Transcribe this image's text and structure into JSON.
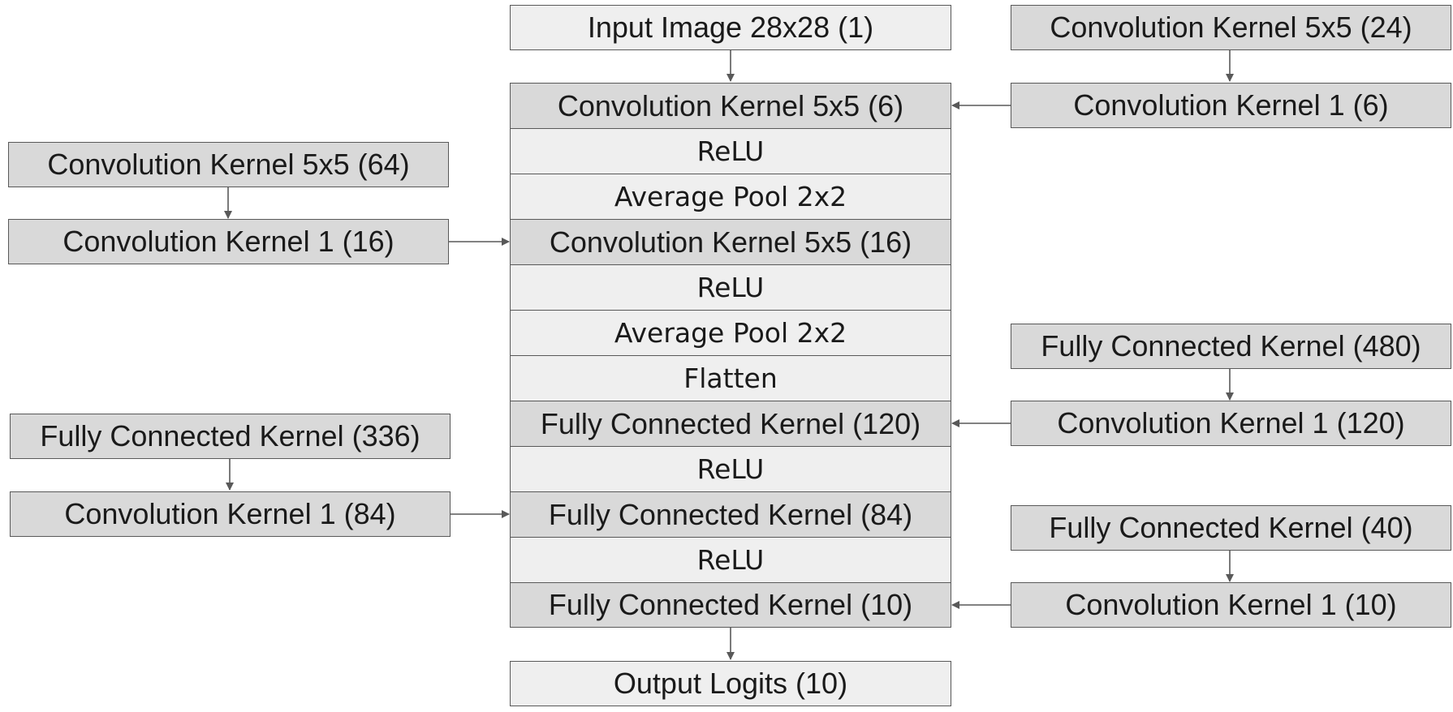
{
  "colors": {
    "light_fill": "#efefef",
    "dark_fill": "#d9d9d9",
    "stroke": "#595959",
    "arrow": "#595959"
  },
  "input": {
    "label": "Input Image 28x28 (1)"
  },
  "output": {
    "label": "Output Logits (10)"
  },
  "stack": [
    {
      "label": "Convolution Kernel 5x5 (6)",
      "kind": "conv"
    },
    {
      "label": "ReLU",
      "kind": "relu"
    },
    {
      "label": "Average Pool 2x2",
      "kind": "pool"
    },
    {
      "label": "Convolution Kernel 5x5 (16)",
      "kind": "conv"
    },
    {
      "label": "ReLU",
      "kind": "relu"
    },
    {
      "label": "Average Pool 2x2",
      "kind": "pool"
    },
    {
      "label": "Flatten",
      "kind": "flatten"
    },
    {
      "label": "Fully Connected Kernel (120)",
      "kind": "fc"
    },
    {
      "label": "ReLU",
      "kind": "relu"
    },
    {
      "label": "Fully Connected Kernel (84)",
      "kind": "fc"
    },
    {
      "label": "ReLU",
      "kind": "relu"
    },
    {
      "label": "Fully Connected Kernel (10)",
      "kind": "fc"
    }
  ],
  "side": {
    "right_1": {
      "top": "Convolution Kernel 5x5 (24)",
      "bottom": "Convolution Kernel 1 (6)"
    },
    "left_1": {
      "top": "Convolution Kernel 5x5 (64)",
      "bottom": "Convolution Kernel 1 (16)"
    },
    "right_2": {
      "top": "Fully Connected Kernel (480)",
      "bottom": "Convolution Kernel 1 (120)"
    },
    "left_2": {
      "top": "Fully Connected Kernel (336)",
      "bottom": "Convolution Kernel 1 (84)"
    },
    "right_3": {
      "top": "Fully Connected Kernel (40)",
      "bottom": "Convolution Kernel 1 (10)"
    }
  }
}
